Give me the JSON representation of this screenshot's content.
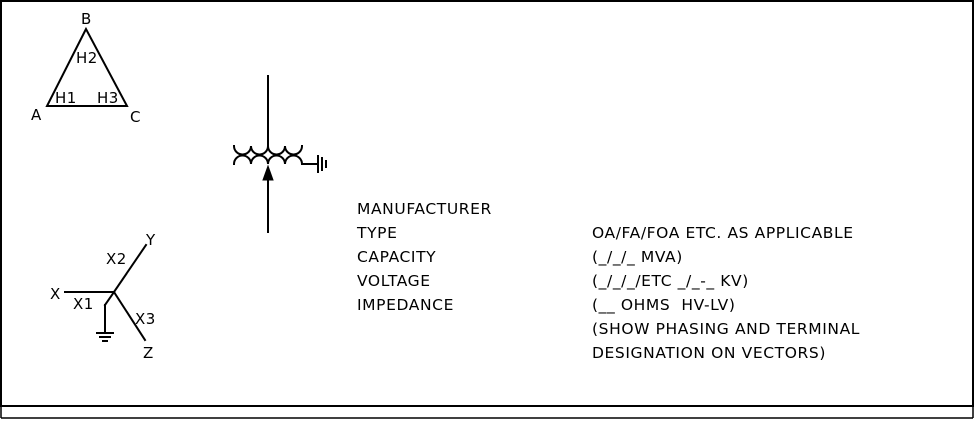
{
  "delta": {
    "vertex_top": "B",
    "vertex_left": "A",
    "vertex_right": "C",
    "terminal_top": "H2",
    "terminal_left": "H1",
    "terminal_right": "H3"
  },
  "wye": {
    "phase_left": "X",
    "phase_upper": "Y",
    "phase_lower": "Z",
    "terminal_left": "X1",
    "terminal_upper": "X2",
    "terminal_lower": "X3"
  },
  "specs": [
    {
      "label": "MANUFACTURER",
      "value": ""
    },
    {
      "label": "TYPE",
      "value": "OA/FA/FOA ETC. AS APPLICABLE"
    },
    {
      "label": "CAPACITY",
      "value": "(_/_/_ MVA)"
    },
    {
      "label": "VOLTAGE",
      "value": "(_/_/_/ETC _/_-_ KV)"
    },
    {
      "label": "IMPEDANCE",
      "value": "(__ OHMS  HV-LV)"
    }
  ],
  "notes": [
    "(SHOW PHASING AND TERMINAL",
    "DESIGNATION ON VECTORS)"
  ]
}
